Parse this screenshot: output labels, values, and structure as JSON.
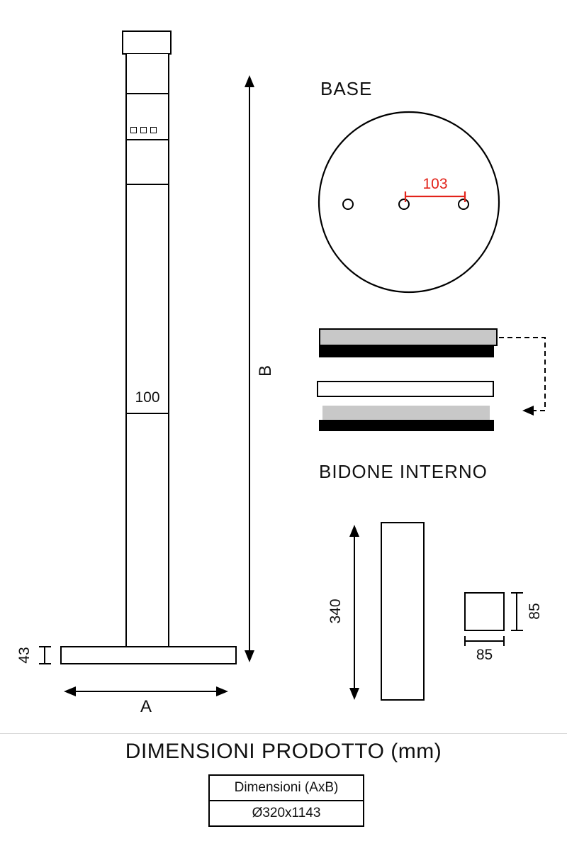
{
  "colors": {
    "accent_red": "#e2231a",
    "band_gray": "#c8c8c8",
    "line_black": "#000000"
  },
  "pole_view": {
    "dim_width": "100",
    "dim_base_height": "43",
    "label_width": "A",
    "label_height": "B"
  },
  "base_view": {
    "title": "BASE",
    "dim_holes": "103"
  },
  "bin_view": {
    "title": "BIDONE INTERNO",
    "dim_height": "340",
    "dim_side_height": "85",
    "dim_side_width": "85"
  },
  "footer": {
    "title": "DIMENSIONI PRODOTTO (mm)",
    "table": {
      "header": "Dimensioni (AxB)",
      "value": "Ø320x1143"
    }
  }
}
